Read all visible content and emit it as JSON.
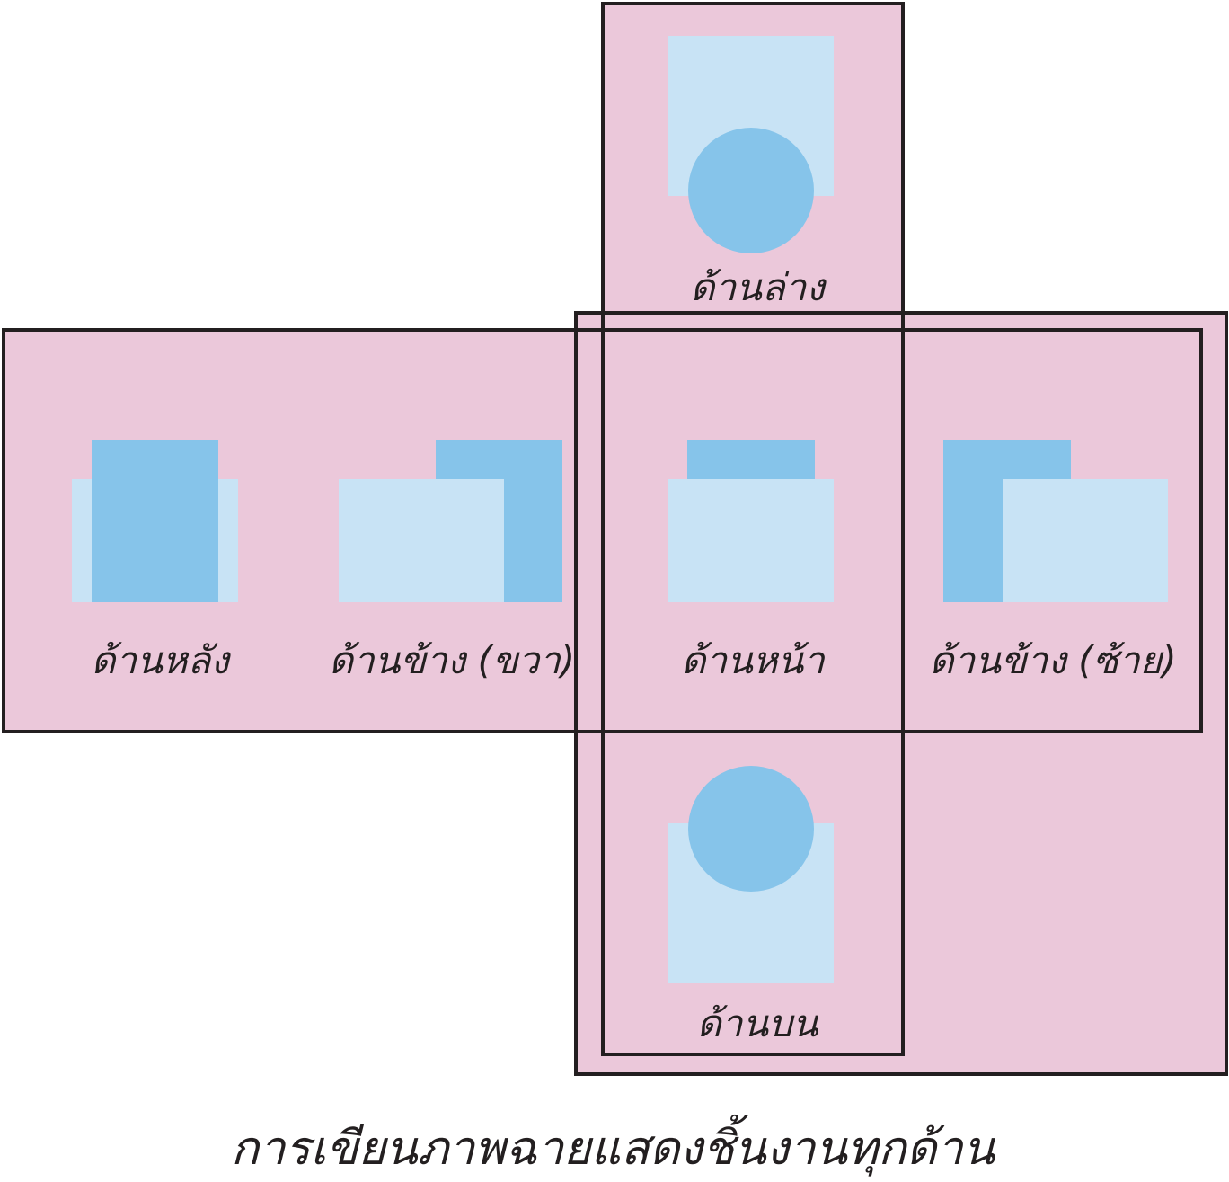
{
  "views": {
    "bottom": {
      "label": "ด้านล่าง"
    },
    "back": {
      "label": "ด้านหลัง"
    },
    "right_side": {
      "label": "ด้านข้าง (ขวา)"
    },
    "front": {
      "label": "ด้านหน้า"
    },
    "left_side": {
      "label": "ด้านข้าง (ซ้าย)"
    },
    "top": {
      "label": "ด้านบน"
    }
  },
  "caption": "การเขียนภาพฉายแสดงชิ้นงานทุกด้าน",
  "colors": {
    "panel": "#ebc8da",
    "light_face": "#c8e3f5",
    "dark_face": "#86c4ea",
    "outline": "#231f20"
  }
}
